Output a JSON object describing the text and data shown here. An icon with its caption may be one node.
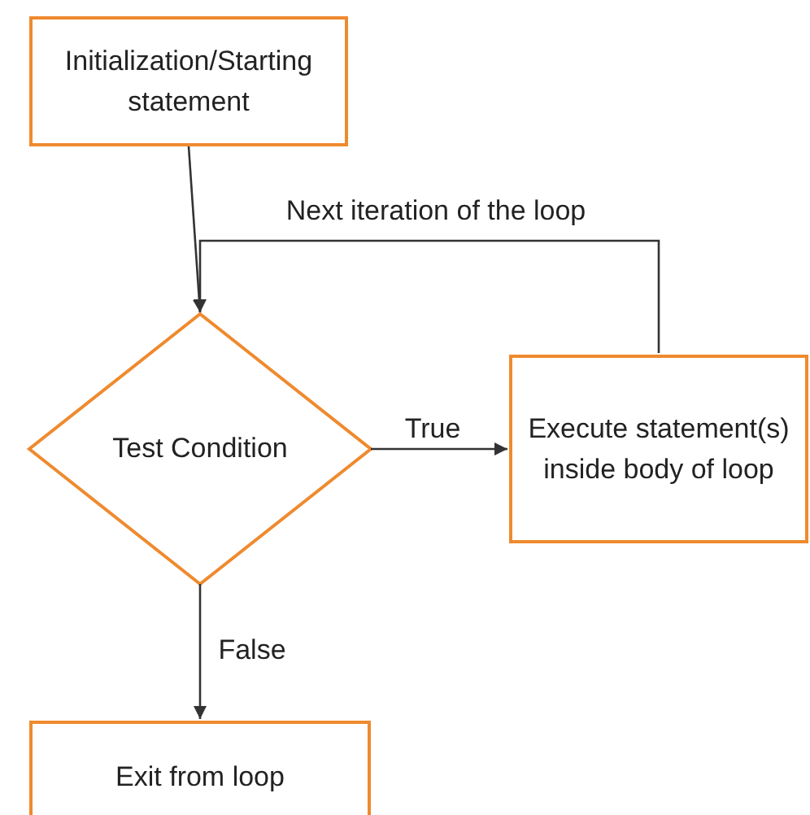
{
  "diagram": {
    "nodes": [
      {
        "text": [
          "Initialization/Starting statement"
        ]
      },
      {
        "text": [
          "Test Condition"
        ]
      },
      {
        "text": [
          "Execute statement(s) inside body of loop"
        ]
      },
      {
        "text": [
          "Exit from loop"
        ]
      }
    ],
    "edges": [
      {
        "from": 0,
        "to": 1,
        "arrow": "to"
      },
      {
        "from": 1,
        "to": 2,
        "arrow": "to",
        "label": "True"
      },
      {
        "from": 2,
        "to": 1,
        "arrow": "to",
        "label": "Next iteration of the loop"
      },
      {
        "from": 1,
        "to": 3,
        "arrow": "to",
        "label": "False"
      }
    ]
  }
}
